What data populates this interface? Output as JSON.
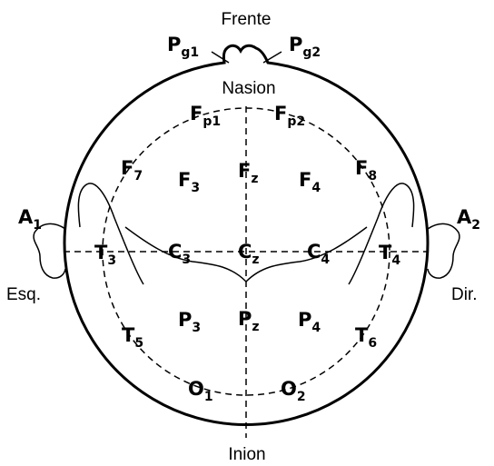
{
  "labels": {
    "front": "Frente",
    "nasion": "Nasion",
    "inion": "Inion",
    "left": "Esq.",
    "right": "Dir."
  },
  "electrodes": {
    "pg1": {
      "main": "P",
      "sub": "g1"
    },
    "pg2": {
      "main": "P",
      "sub": "g2"
    },
    "fp1": {
      "main": "F",
      "sub": "p1"
    },
    "fp2": {
      "main": "F",
      "sub": "p2"
    },
    "f7": {
      "main": "F",
      "sub": "7"
    },
    "f3": {
      "main": "F",
      "sub": "3"
    },
    "fz": {
      "main": "F",
      "sub": "z"
    },
    "f4": {
      "main": "F",
      "sub": "4"
    },
    "f8": {
      "main": "F",
      "sub": "8"
    },
    "a1": {
      "main": "A",
      "sub": "1"
    },
    "a2": {
      "main": "A",
      "sub": "2"
    },
    "t3": {
      "main": "T",
      "sub": "3"
    },
    "c3": {
      "main": "C",
      "sub": "3"
    },
    "cz": {
      "main": "C",
      "sub": "z"
    },
    "c4": {
      "main": "C",
      "sub": "4"
    },
    "t4": {
      "main": "T",
      "sub": "4"
    },
    "p3": {
      "main": "P",
      "sub": "3"
    },
    "pz": {
      "main": "P",
      "sub": "z"
    },
    "p4": {
      "main": "P",
      "sub": "4"
    },
    "t5": {
      "main": "T",
      "sub": "5"
    },
    "t6": {
      "main": "T",
      "sub": "6"
    },
    "o1": {
      "main": "O",
      "sub": "1"
    },
    "o2": {
      "main": "O",
      "sub": "2"
    }
  }
}
